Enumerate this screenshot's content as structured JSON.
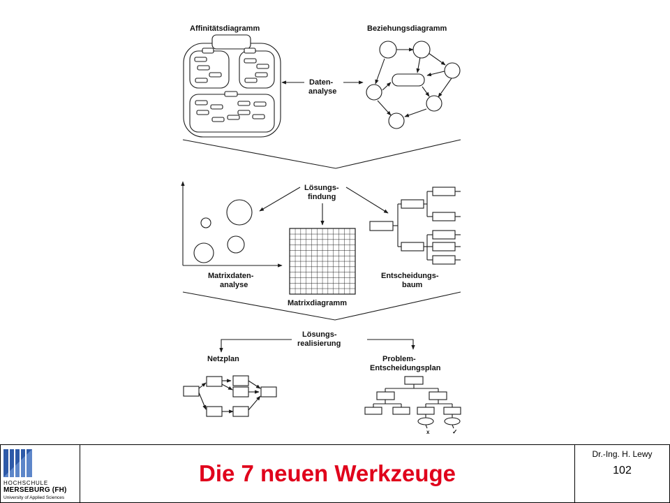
{
  "diagram": {
    "affinity_label": "Affinitätsdiagramm",
    "relation_label": "Beziehungsdiagramm",
    "data_analysis_line1": "Daten-",
    "data_analysis_line2": "analyse",
    "solution_finding_line1": "Lösungs-",
    "solution_finding_line2": "findung",
    "matrix_data_line1": "Matrixdaten-",
    "matrix_data_line2": "analyse",
    "matrix_label": "Matrixdiagramm",
    "decision_tree_line1": "Entscheidungs-",
    "decision_tree_line2": "baum",
    "realization_line1": "Lösungs-",
    "realization_line2": "realisierung",
    "netplan_label": "Netzplan",
    "problem_line1": "Problem-",
    "problem_line2": "Entscheidungsplan",
    "pdpc_mark_x": "x",
    "pdpc_mark_check": "✓"
  },
  "footer": {
    "title": "Die 7 neuen Werkzeuge",
    "author": "Dr.-Ing. H. Lewy",
    "page_number": "102",
    "logo": {
      "line1": "HOCHSCHULE",
      "line2": "MERSEBURG (FH)",
      "line3": "University of Applied Sciences"
    }
  }
}
